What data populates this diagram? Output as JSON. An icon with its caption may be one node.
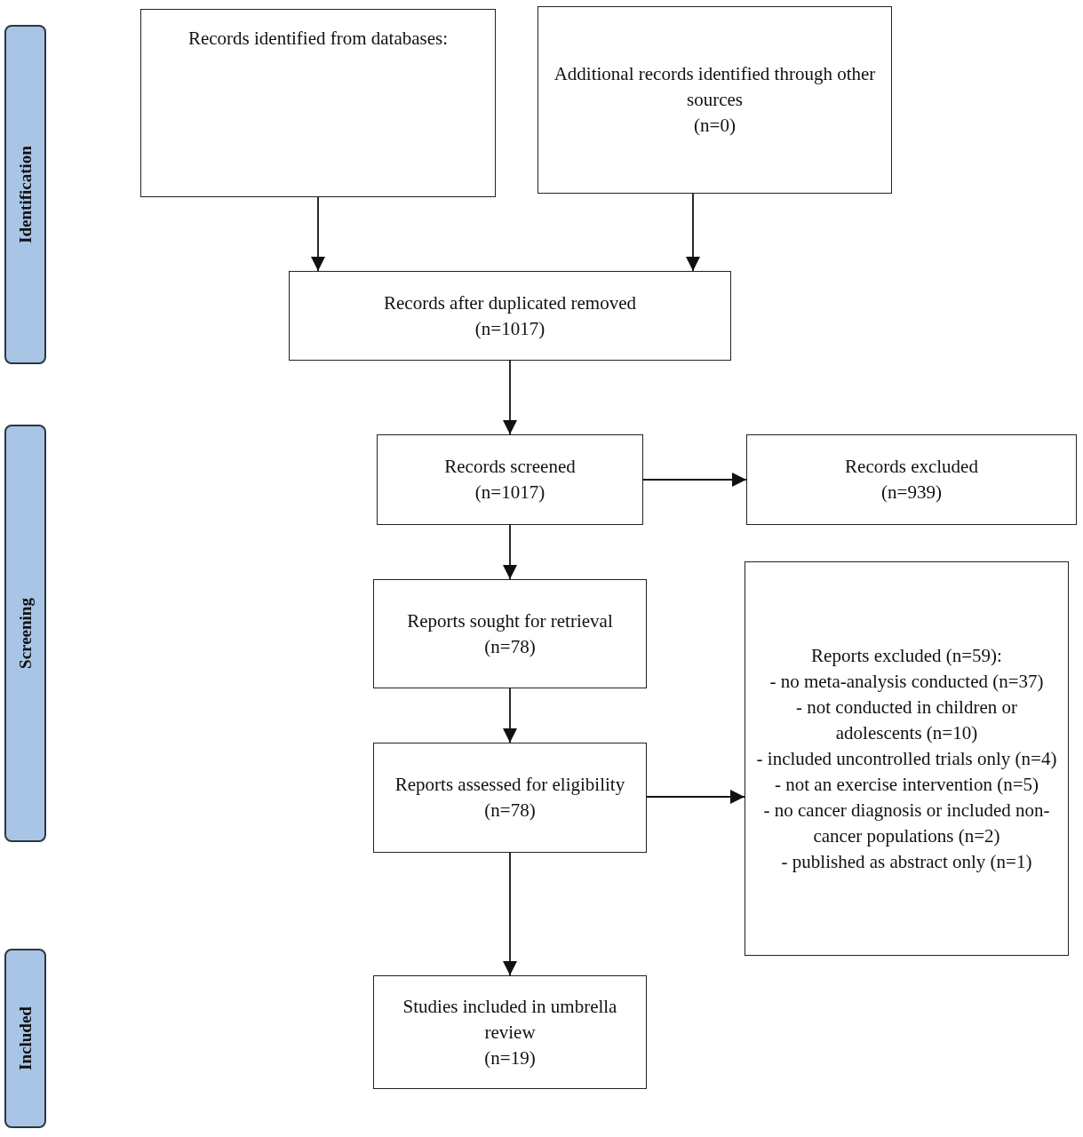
{
  "diagram": {
    "nodes": [
      {
        "text": [
          "Identification"
        ]
      },
      {
        "text": [
          "Screening"
        ]
      },
      {
        "text": [
          "Included"
        ]
      },
      {
        "text": [
          "Records identified from databases:"
        ]
      },
      {
        "text": [
          "Additional records identified through other sources",
          "(n=0)"
        ]
      },
      {
        "text": [
          "Records after duplicated removed",
          "(n=1017)"
        ]
      },
      {
        "text": [
          "Records screened",
          "(n=1017)"
        ]
      },
      {
        "text": [
          "Records excluded",
          "(n=939)"
        ]
      },
      {
        "text": [
          "Reports sought for retrieval",
          "(n=78)"
        ]
      },
      {
        "text": [
          "Reports assessed for eligibility",
          "(n=78)"
        ]
      },
      {
        "text": [
          "Reports excluded (n=59):",
          "- no meta-analysis conducted (n=37)",
          "- not conducted in children or adolescents (n=10)",
          "- included uncontrolled trials only (n=4)",
          "- not an exercise intervention (n=5)",
          "- no cancer diagnosis or included non-cancer populations (n=2)",
          "- published as abstract only (n=1)"
        ]
      },
      {
        "text": [
          "Studies included in umbrella review",
          "(n=19)"
        ]
      }
    ],
    "edges": [
      {
        "from": 3,
        "to": 5,
        "arrow": "to"
      },
      {
        "from": 4,
        "to": 5,
        "arrow": "to"
      },
      {
        "from": 5,
        "to": 6,
        "arrow": "to"
      },
      {
        "from": 6,
        "to": 7,
        "arrow": "to"
      },
      {
        "from": 6,
        "to": 8,
        "arrow": "to"
      },
      {
        "from": 8,
        "to": 9,
        "arrow": "to"
      },
      {
        "from": 9,
        "to": 10,
        "arrow": "to"
      },
      {
        "from": 9,
        "to": 11,
        "arrow": "to"
      }
    ]
  }
}
